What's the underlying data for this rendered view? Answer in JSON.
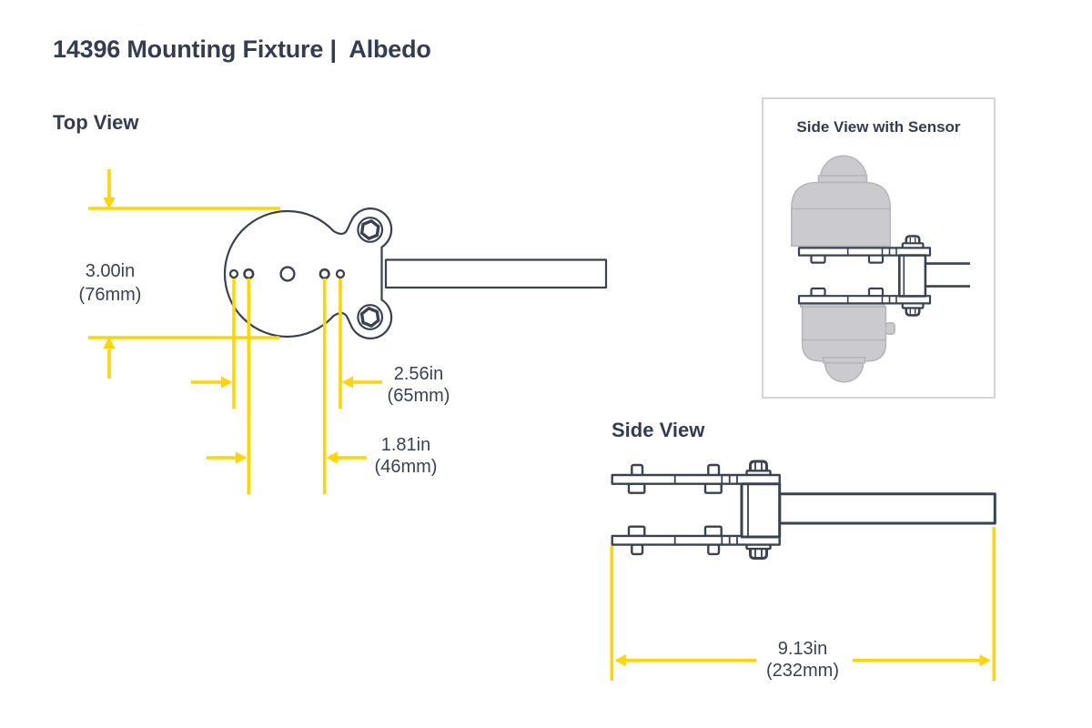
{
  "page": {
    "title": "14396 Mounting Fixture |  Albedo"
  },
  "top_view": {
    "label": "Top View",
    "dim_width_in": "3.00in",
    "dim_width_mm": "(76mm)",
    "dim_outer_in": "2.56in",
    "dim_outer_mm": "(65mm)",
    "dim_inner_in": "1.81in",
    "dim_inner_mm": "(46mm)"
  },
  "side_view": {
    "label": "Side View",
    "dim_length_in": "9.13in",
    "dim_length_mm": "(232mm)"
  },
  "sensor_panel": {
    "title": "Side View with Sensor"
  },
  "colors": {
    "accent_yellow": "#ffd600",
    "line_dark": "#3a4252",
    "sensor_gray": "#cbcbcf",
    "panel_border": "#cccccc"
  }
}
